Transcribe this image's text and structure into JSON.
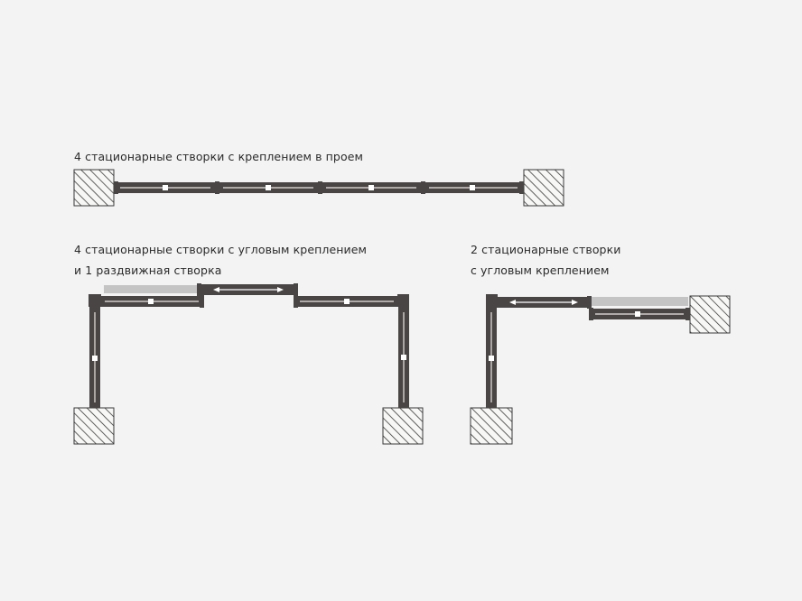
{
  "diagrams": [
    {
      "id": "four-fixed-in-opening",
      "caption_lines": [
        "4 стационарные створки с креплением в проем"
      ]
    },
    {
      "id": "four-fixed-corner-one-sliding",
      "caption_lines": [
        "4 стационарные створки с угловым креплением",
        "и 1 раздвижная створка"
      ]
    },
    {
      "id": "two-fixed-corner",
      "caption_lines": [
        "2 стационарные створки",
        "с угловым креплением"
      ]
    }
  ],
  "colors": {
    "background": "#f3f3f3",
    "panel_frame": "#4a4545",
    "panel_rail": "#ece8e4",
    "glass_track": "#c4c4c4",
    "wall_hatch": "#2f2f2f",
    "wall_fill": "#f7f7f5"
  }
}
